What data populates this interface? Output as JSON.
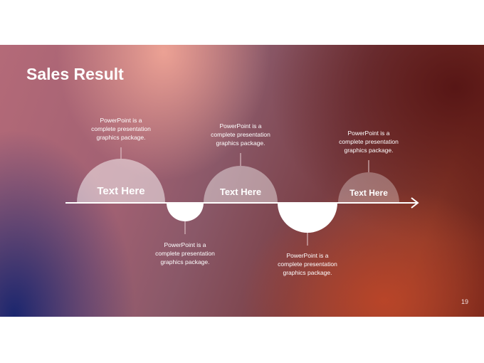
{
  "slide": {
    "title": "Sales Result",
    "page_number": "19"
  },
  "diagram": {
    "milestones": [
      {
        "label": "Text Here",
        "text": [
          "PowerPoint is a",
          "complete presentation",
          "graphics package."
        ]
      },
      {
        "label": "Text Here",
        "text": [
          "PowerPoint is a",
          "complete presentation",
          "graphics package."
        ]
      },
      {
        "label": "Text Here",
        "text": [
          "PowerPoint is a",
          "complete presentation",
          "graphics package."
        ]
      }
    ],
    "dips": [
      {
        "text": [
          "PowerPoint is a",
          "complete presentation",
          "graphics package."
        ]
      },
      {
        "text": [
          "PowerPoint is a",
          "complete presentation",
          "graphics package."
        ]
      }
    ]
  }
}
